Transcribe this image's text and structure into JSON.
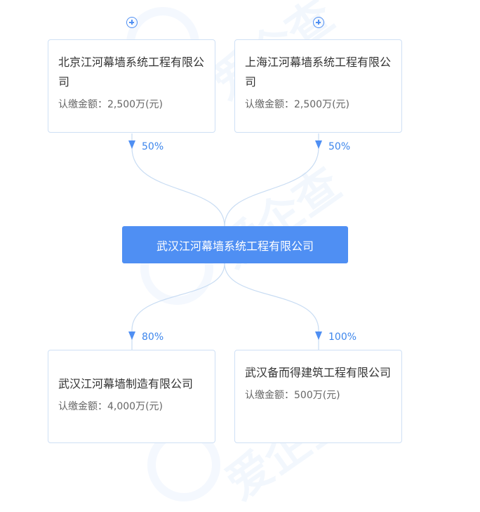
{
  "shareholders": [
    {
      "name": "北京江河幕墙系统工程有限公司",
      "amount": "认缴金额：2,500万(元)",
      "percent": "50%"
    },
    {
      "name": "上海江河幕墙系统工程有限公司",
      "amount": "认缴金额：2,500万(元)",
      "percent": "50%"
    }
  ],
  "company": {
    "name": "武汉江河幕墙系统工程有限公司"
  },
  "investments": [
    {
      "name": "武汉江河幕墙制造有限公司",
      "amount": "认缴金额：4,000万(元)",
      "percent": "80%"
    },
    {
      "name": "武汉备而得建筑工程有限公司",
      "amount": "认缴金额：500万(元)",
      "percent": "100%"
    }
  ],
  "colors": {
    "accent": "#4f8ff3",
    "line": "#c8dcf3",
    "percent_text": "#3d86ec"
  },
  "icons": {
    "expand": "plus-circle-icon",
    "arrow": "arrow-down-icon"
  }
}
